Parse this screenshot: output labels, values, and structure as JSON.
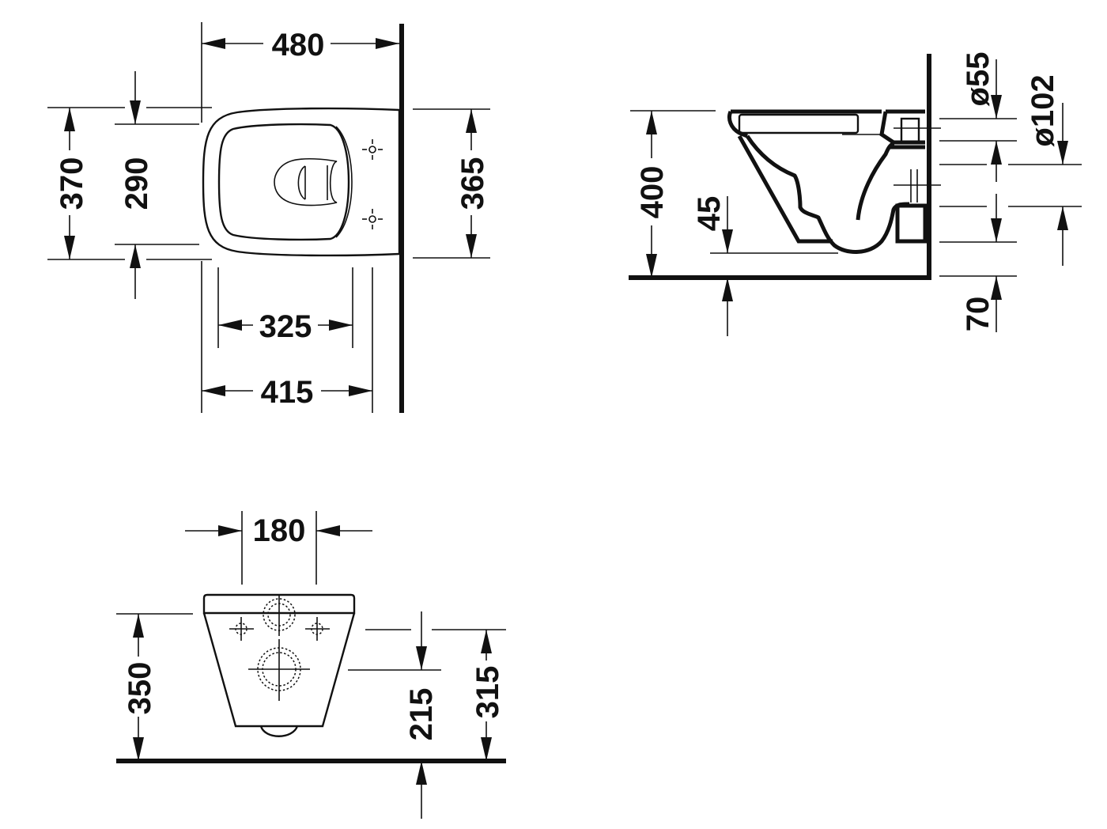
{
  "drawing": {
    "subject": "Wall-hung toilet dimension drawing",
    "units": "mm",
    "views": {
      "top_view": {
        "dimensions": {
          "overall_length": "480",
          "overall_width": "370",
          "seat_opening_width": "290",
          "rear_width": "365",
          "seat_length": "325",
          "bowl_length": "415"
        }
      },
      "side_view": {
        "dimensions": {
          "total_height": "400",
          "outlet_offset": "45",
          "inlet_diameter": "ø55",
          "outlet_diameter": "ø102",
          "floor_gap": "70"
        }
      },
      "rear_view": {
        "dimensions": {
          "fixing_spacing": "180",
          "height_to_top": "350",
          "outlet_height": "215",
          "fixing_height": "315"
        }
      }
    }
  }
}
